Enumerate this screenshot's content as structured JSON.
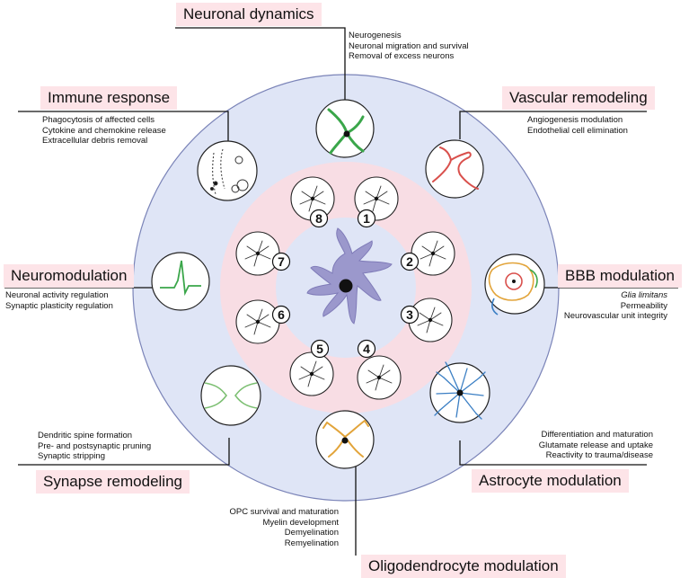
{
  "categories": [
    {
      "id": "neuronal-dynamics",
      "title": "Neuronal dynamics",
      "items": [
        "Neurogenesis",
        "Neuronal migration and survival",
        "Removal of excess neurons"
      ]
    },
    {
      "id": "vascular-remodeling",
      "title": "Vascular remodeling",
      "items": [
        "Angiogenesis modulation",
        "Endothelial cell elimination"
      ]
    },
    {
      "id": "bbb-modulation",
      "title": "BBB modulation",
      "items": [
        "Glia limitans",
        "Permeability",
        "Neurovascular unit integrity"
      ]
    },
    {
      "id": "astrocyte-modulation",
      "title": "Astrocyte modulation",
      "items": [
        "Differentiation and maturation",
        "Glutamate release and uptake",
        "Reactivity to trauma/disease"
      ]
    },
    {
      "id": "oligodendrocyte-modulation",
      "title": "Oligodendrocyte modulation",
      "items": [
        "OPC survival and maturation",
        "Myelin development",
        "Demyelination",
        "Remyelination"
      ]
    },
    {
      "id": "synapse-remodeling",
      "title": "Synapse remodeling",
      "items": [
        "Dendritic spine formation",
        "Pre- and postsynaptic pruning",
        "Synaptic stripping"
      ]
    },
    {
      "id": "neuromodulation",
      "title": "Neuromodulation",
      "items": [
        "Neuronal activity regulation",
        "Synaptic plasticity regulation"
      ]
    },
    {
      "id": "immune-response",
      "title": "Immune response",
      "items": [
        "Phagocytosis of affected cells",
        "Cytokine and chemokine release",
        "Extracellular debris removal"
      ]
    }
  ],
  "inner_states": [
    "1",
    "2",
    "3",
    "4",
    "5",
    "6",
    "7",
    "8"
  ],
  "colors": {
    "outer_ring": "#dfe5f6",
    "middle_ring": "#f8dde4",
    "center_disc": "#dfe5f6",
    "microglia": "#9b98cc",
    "label_bg": "#fde4e8",
    "line": "#111111",
    "neuron": "#3aa64a",
    "vessel": "#d9504c",
    "astrocyte": "#3b7fc4",
    "oligodendrocyte": "#e2a43a"
  }
}
